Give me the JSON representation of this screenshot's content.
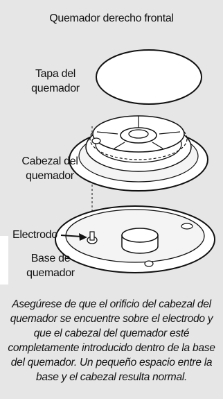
{
  "title": "Quemador derecho frontal",
  "labels": {
    "cap_line1": "Tapa del",
    "cap_line2": "quemador",
    "head_line1": "Cabezal del",
    "head_line2": "quemador",
    "electrode": "Electrodo",
    "base_line1": "Base de",
    "base_line2": "quemador"
  },
  "caption": "Asegúrese de que el orificio del cabezal del quemador se encuentre sobre el electrodo y que el cabezal del quemador esté completamente introducido dentro de la base del quemador. Un pequeño espacio entre la base y el cabezal resulta normal.",
  "colors": {
    "background": "#e6e6e6",
    "part_fill": "#ffffff",
    "line": "#111111"
  }
}
